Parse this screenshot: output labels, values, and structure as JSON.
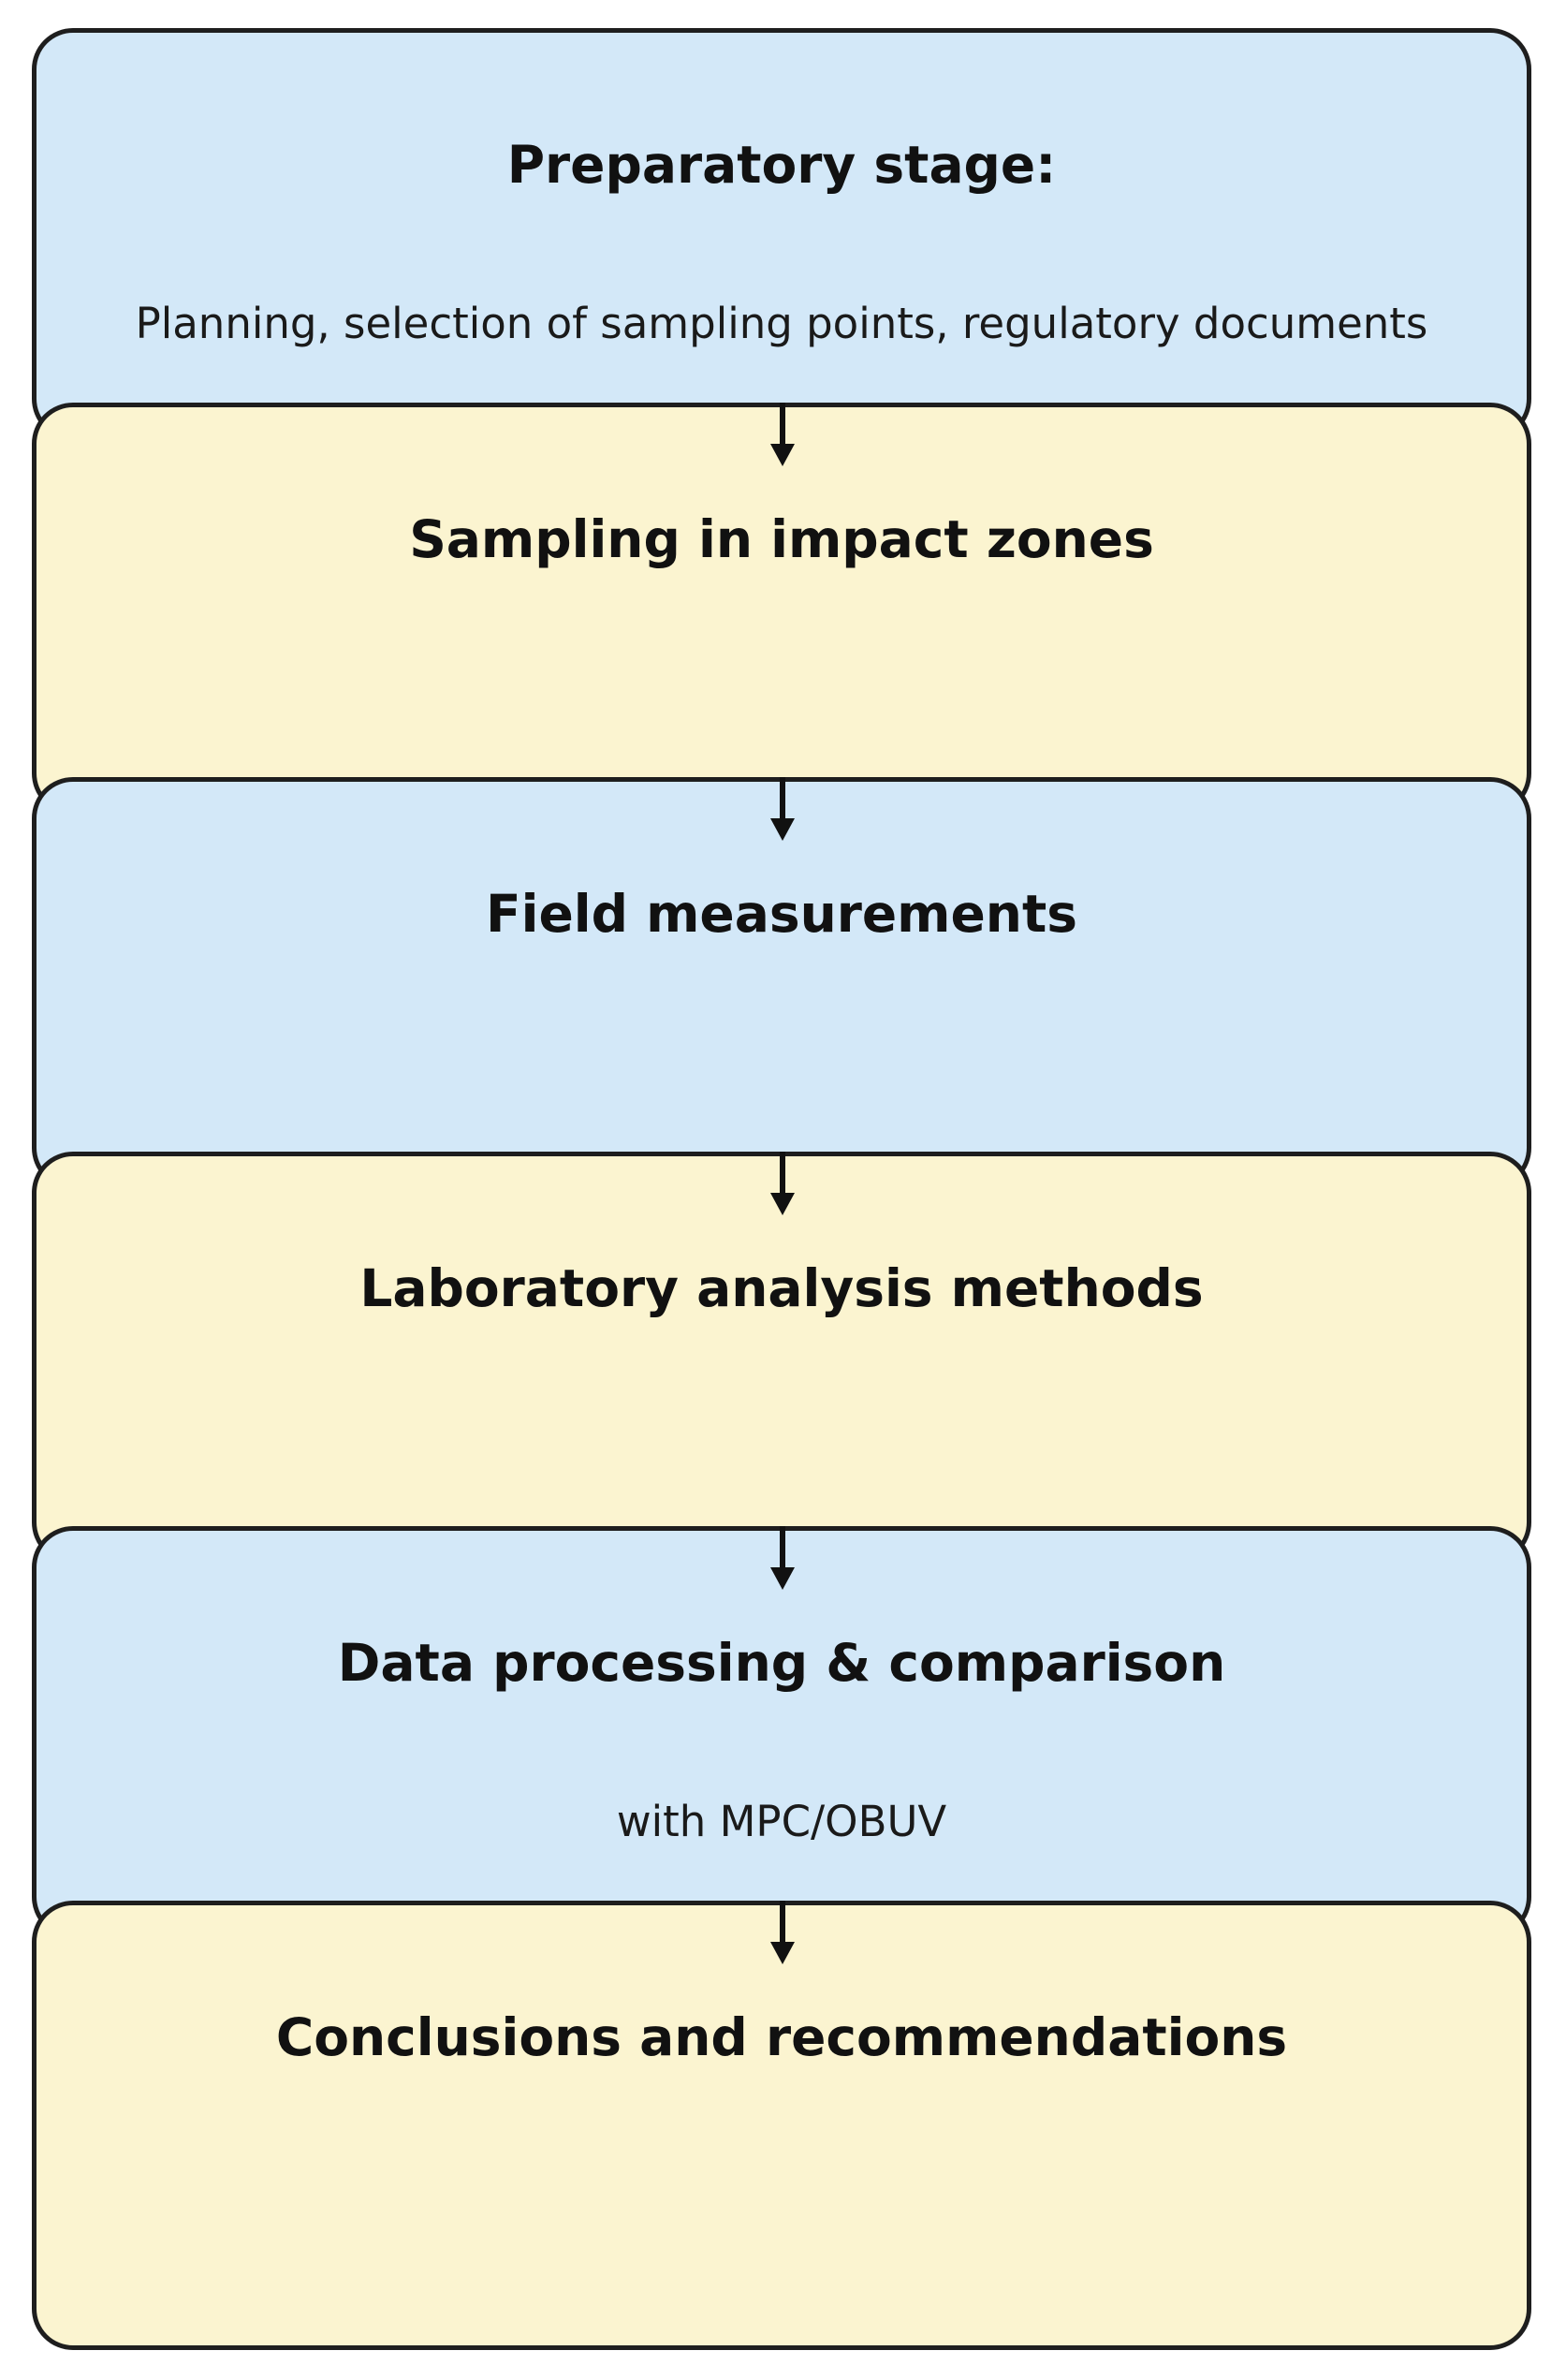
{
  "stages": [
    {
      "title": "Preparatory stage:",
      "subtitle": "Planning, selection of sampling points, regulatory documents"
    },
    {
      "title": "Sampling in impact zones"
    },
    {
      "title": "Field measurements"
    },
    {
      "title": "Laboratory analysis methods"
    },
    {
      "title": "Data processing & comparison",
      "subtitle": "with MPC/OBUV"
    },
    {
      "title": "Conclusions and recommendations"
    }
  ],
  "colors": {
    "blue_fill": "#d3e8f8",
    "yellow_fill": "#fbf4d0",
    "outline": "#1e1e1e",
    "text": "#111111"
  }
}
